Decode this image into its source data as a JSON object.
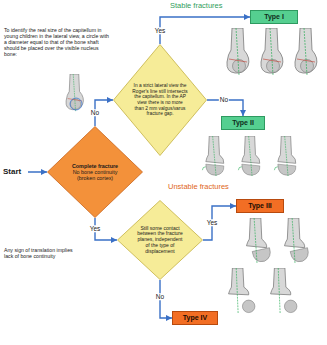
{
  "diagram": {
    "nodes": [
      {
        "text": [
          "Type I"
        ]
      },
      {
        "text": [
          "In a strict lateral view the Roger's line still intersects the capitellum. In the AP view there is no more than 2 mm valgus/varus fracture gap."
        ]
      },
      {
        "text": [
          "Type II"
        ]
      },
      {
        "text": [
          "Complete fracture",
          "No bone continuity (broken cortex)"
        ]
      },
      {
        "text": [
          "Type III"
        ]
      },
      {
        "text": [
          "Still some contact between the fracture planes, independent of the type of displacement"
        ]
      },
      {
        "text": [
          "Type IV"
        ]
      }
    ],
    "edges": [
      {
        "from": 3,
        "to": 1,
        "label": "No",
        "arrow": "to"
      },
      {
        "from": 1,
        "to": 0,
        "label": "Yes",
        "arrow": "to"
      },
      {
        "from": 1,
        "to": 2,
        "label": "No",
        "arrow": "to"
      },
      {
        "from": 3,
        "to": 5,
        "label": "Yes",
        "arrow": "to"
      },
      {
        "from": 5,
        "to": 4,
        "label": "Yes",
        "arrow": "to"
      },
      {
        "from": 5,
        "to": 6,
        "label": "No",
        "arrow": "to"
      }
    ],
    "labels": [
      "Stable fractures",
      "To identify the real size of the capitellum in young children in the lateral view, a circle with a diameter equal to that of the bone shaft should be placed over the visible nucleus bone:",
      "Start",
      "Unstable fractures",
      "Any sign of translation implies lack of bone continuity"
    ]
  }
}
